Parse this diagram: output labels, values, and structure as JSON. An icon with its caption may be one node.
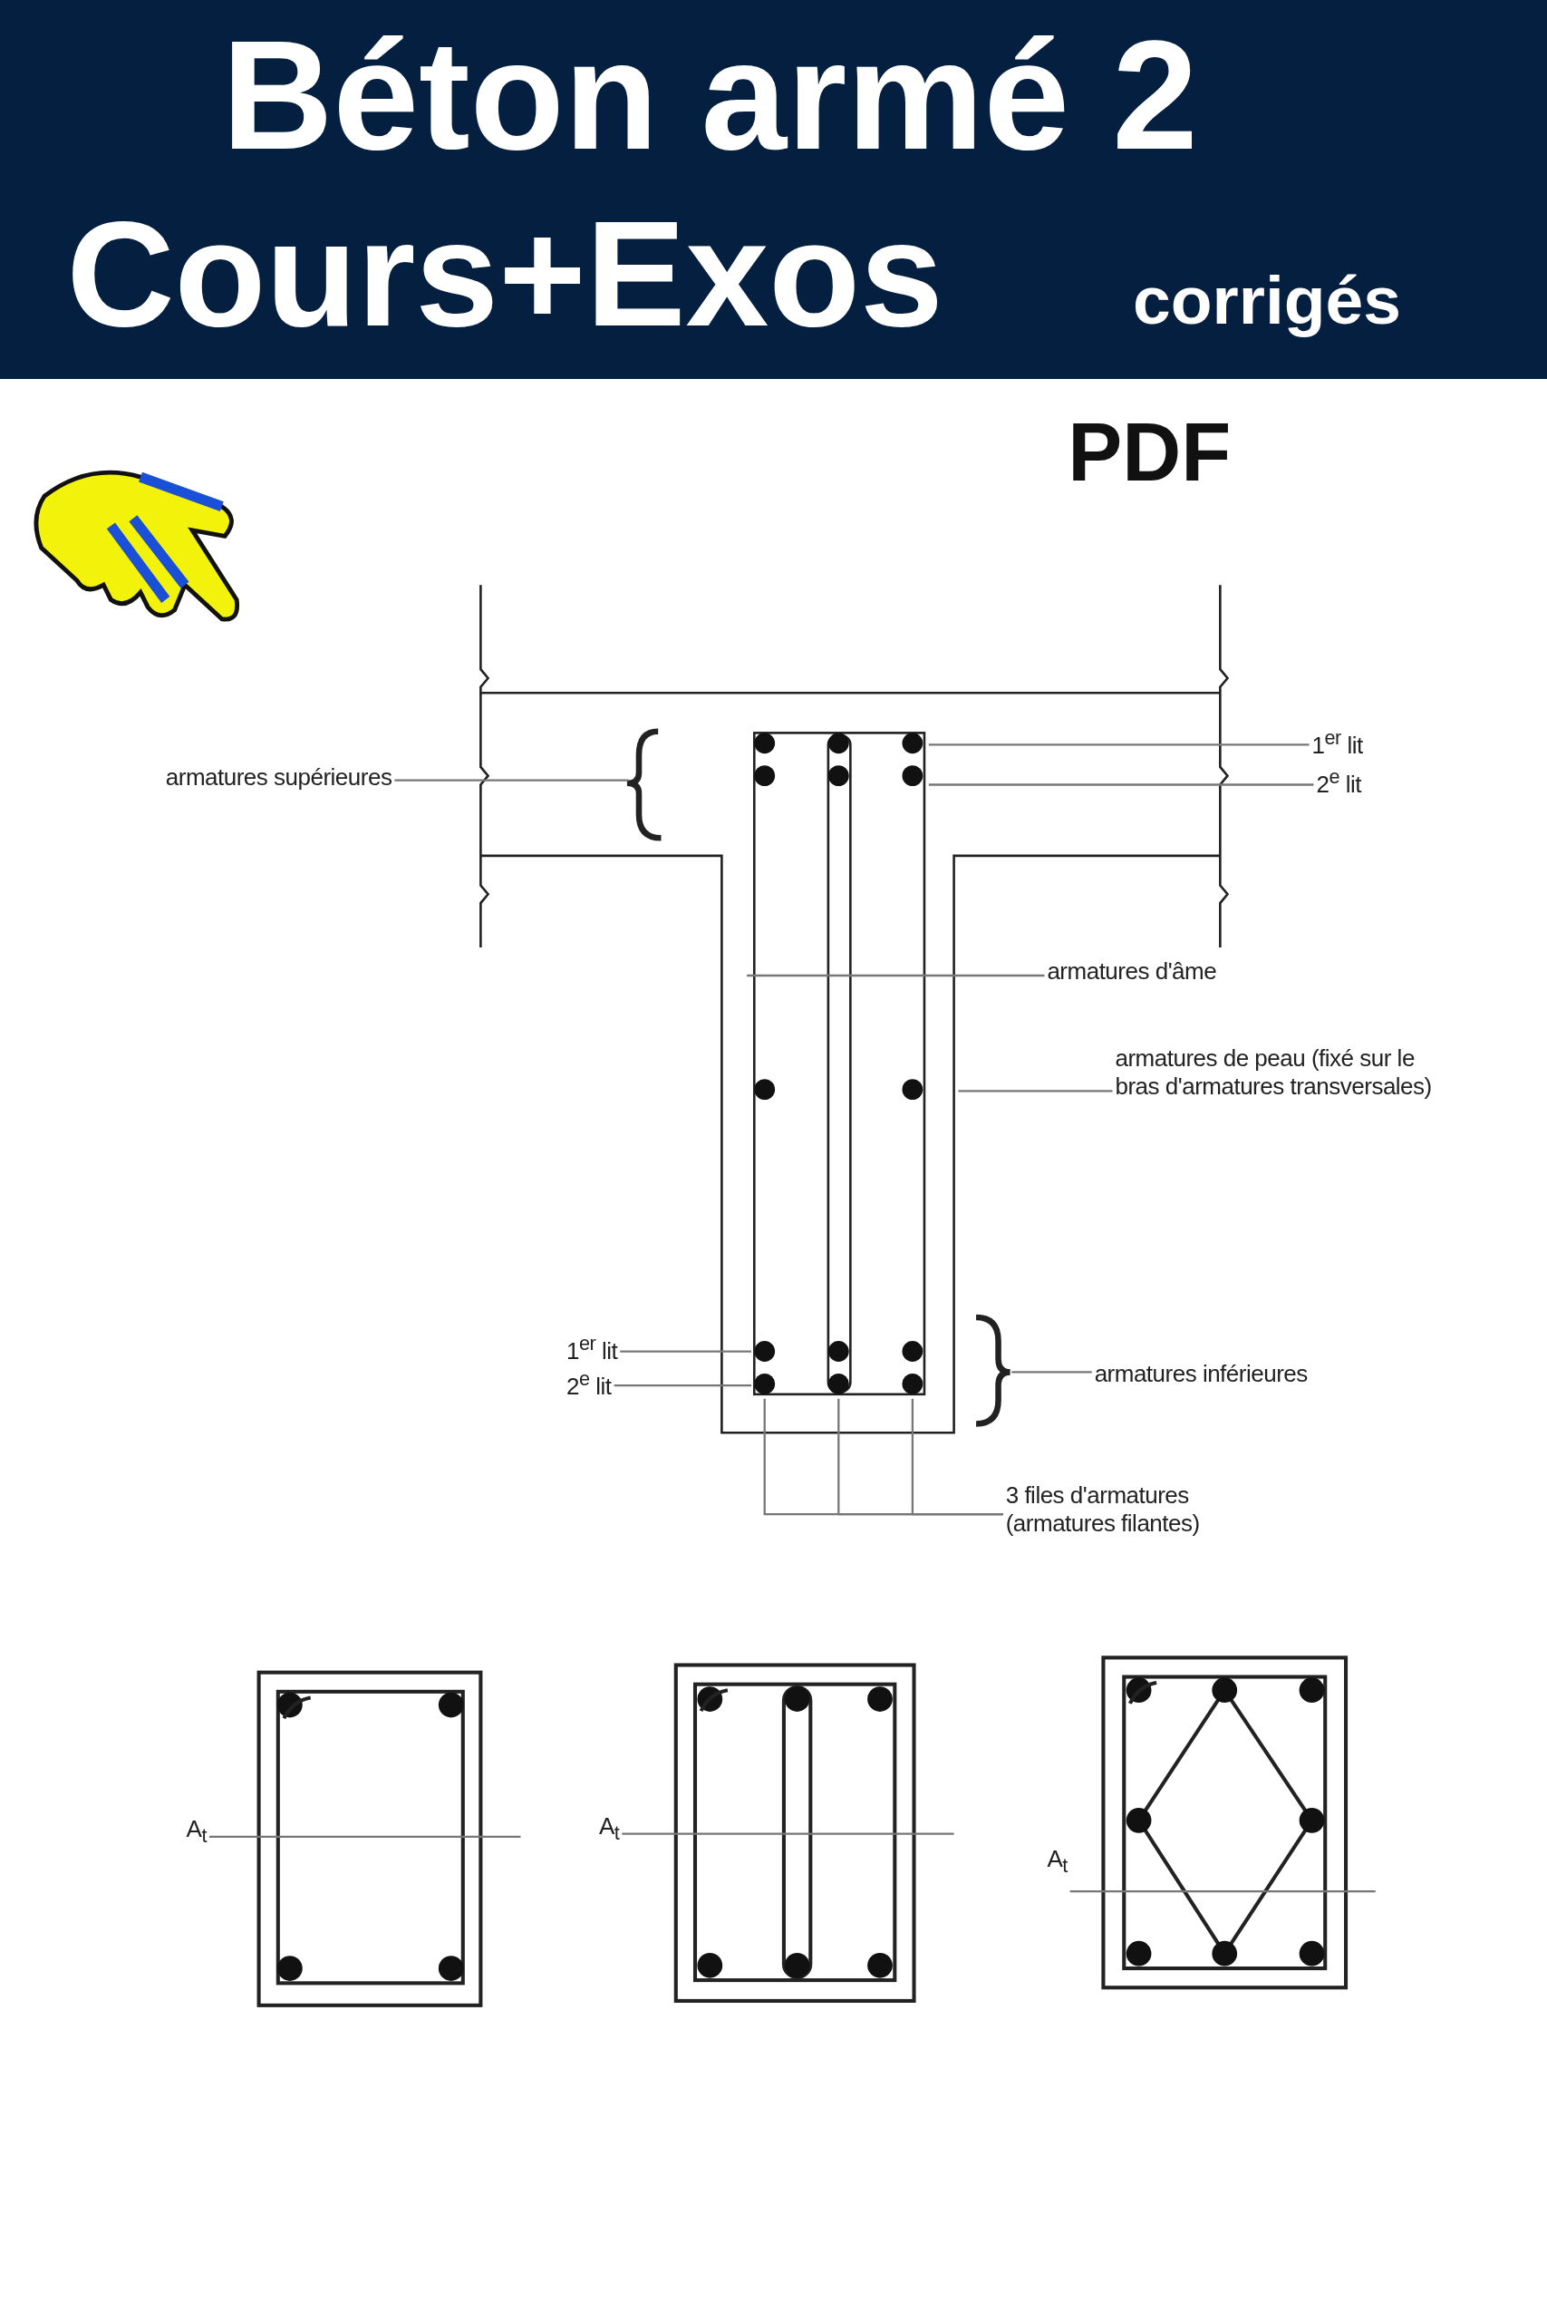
{
  "diagram": {
    "title": "Béton armé 2",
    "nodes": [
      {
        "text": [
          "armatures supérieures"
        ]
      },
      {
        "text": [
          "1$^{er}$ lit"
        ]
      },
      {
        "text": [
          "2$^{e}$ lit"
        ]
      },
      {
        "text": [
          "armatures d'âme"
        ]
      },
      {
        "text": [
          "armatures de peau (fixé sur le bras d'armatures transversales)"
        ]
      },
      {
        "text": [
          "1$^{er}$ lit"
        ]
      },
      {
        "text": [
          "2$^{e}$ lit"
        ]
      },
      {
        "text": [
          "armatures inférieures"
        ]
      },
      {
        "text": [
          "3 files d'armatures (armatures filantes)"
        ]
      },
      {
        "text": [
          "A$_{t}$"
        ]
      },
      {
        "text": [
          "A$_{t}$"
        ]
      },
      {
        "text": [
          "A$_{t}$"
        ]
      }
    ],
    "edges": [
      {
        "from": 0,
        "to": null,
        "arrow": "none"
      },
      {
        "from": 1,
        "to": null,
        "arrow": "none"
      },
      {
        "from": 2,
        "to": null,
        "arrow": "none"
      },
      {
        "from": 3,
        "to": null,
        "arrow": "none"
      },
      {
        "from": 4,
        "to": null,
        "arrow": "none"
      },
      {
        "from": 5,
        "to": null,
        "arrow": "none"
      },
      {
        "from": 6,
        "to": null,
        "arrow": "none"
      },
      {
        "from": 7,
        "to": null,
        "arrow": "none"
      },
      {
        "from": 8,
        "to": null,
        "arrow": "none"
      },
      {
        "from": 8,
        "to": null,
        "arrow": "none"
      },
      {
        "from": 8,
        "to": null,
        "arrow": "none"
      },
      {
        "from": 9,
        "to": null,
        "arrow": "none"
      },
      {
        "from": 10,
        "to": null,
        "arrow": "none"
      },
      {
        "from": 11,
        "to": null,
        "arrow": "none"
      }
    ],
    "labels": [
      "Cours+Exos",
      "corrigés",
      "PDF"
    ]
  }
}
